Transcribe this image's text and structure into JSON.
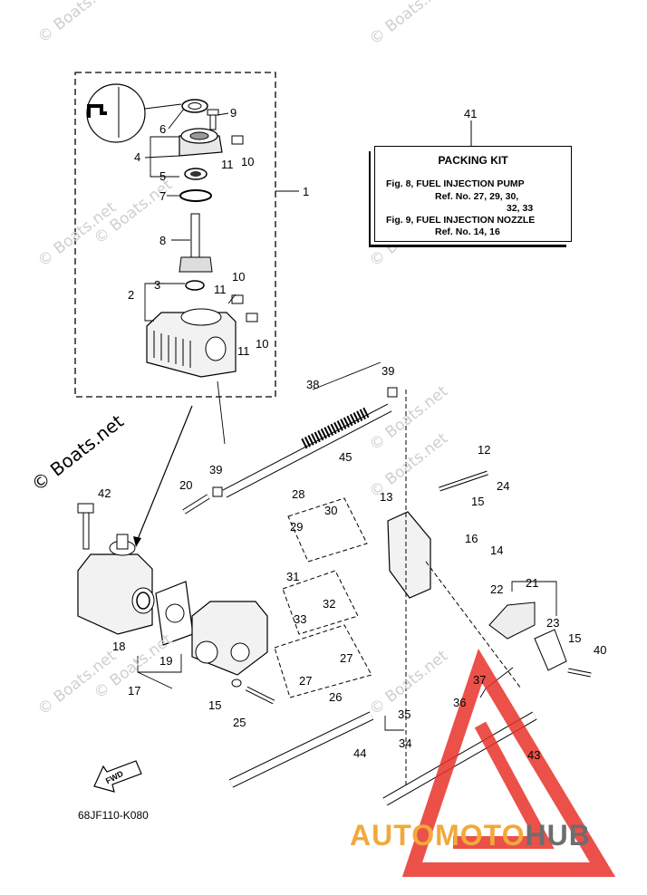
{
  "watermarks": [
    "© Boats.net",
    "© Boats.net",
    "© Boats.net",
    "© Boats.net",
    "© Boats.net",
    "© Boats.net",
    "© Boats.net",
    "© Boats.net",
    "© Boats.net",
    "© Boats.net"
  ],
  "copyright_text": "© Boats.net",
  "packing_kit": {
    "callout": "41",
    "title": "PACKING KIT",
    "lines": [
      "Fig. 8, FUEL INJECTION PUMP",
      "Ref. No. 27, 29, 30,",
      "32, 33",
      "Fig. 9, FUEL INJECTION NOZZLE",
      "Ref. No. 14, 16"
    ]
  },
  "callouts": [
    "1",
    "2",
    "3",
    "4",
    "5",
    "6",
    "7",
    "8",
    "9",
    "10",
    "11",
    "10",
    "11",
    "10",
    "11",
    "12",
    "13",
    "14",
    "15",
    "16",
    "17",
    "18",
    "19",
    "20",
    "21",
    "22",
    "23",
    "24",
    "25",
    "26",
    "27",
    "27",
    "28",
    "29",
    "30",
    "31",
    "32",
    "33",
    "34",
    "35",
    "36",
    "37",
    "38",
    "39",
    "39",
    "40",
    "42",
    "43",
    "44",
    "45",
    "15",
    "15"
  ],
  "diagram_code": "68JF110-K080",
  "fwd_label": "FWD",
  "brand": {
    "part1": "AUTOMOTO",
    "part2": "HUB",
    "color1": "#f2a93b",
    "color2": "#6d6d6d",
    "logo_color": "#e8332a"
  }
}
